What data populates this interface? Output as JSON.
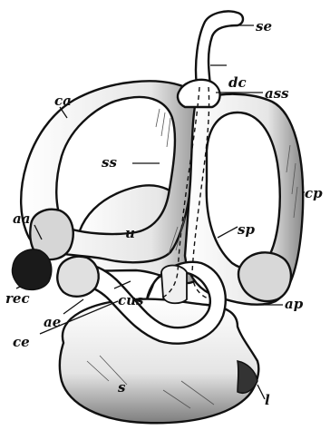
{
  "figure": {
    "colors": {
      "ink": "#111111",
      "paper": "#ffffff",
      "shade": "#555555",
      "midtone": "#9a9a9a"
    },
    "labels": {
      "se": "se",
      "dc": "dc",
      "ass": "ass",
      "ca": "ca",
      "ss": "ss",
      "cp": "cp",
      "aa": "aa",
      "u": "u",
      "sp": "sp",
      "rec": "rec",
      "cus": "cus",
      "ap": "ap",
      "ae": "ae",
      "ce": "ce",
      "s": "s",
      "l": "l"
    }
  }
}
